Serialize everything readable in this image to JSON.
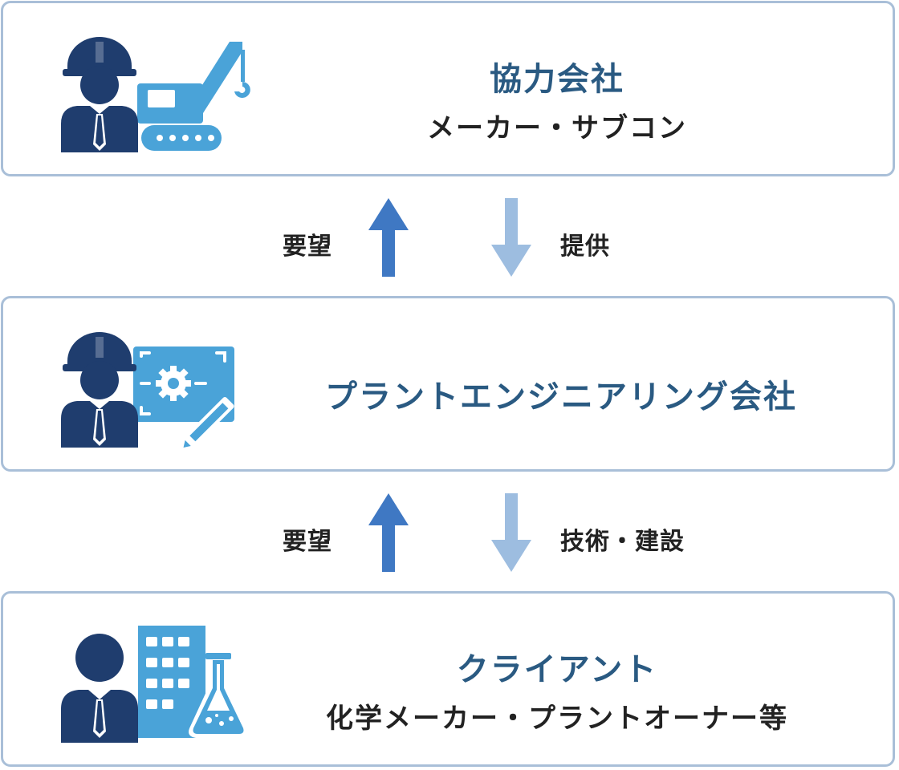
{
  "colors": {
    "title": "#2a5a82",
    "text": "#222222",
    "border": "#a9bfd8",
    "navy": "#1f3d6e",
    "light_blue": "#4aa3d8",
    "arrow_up": "#3f78c3",
    "arrow_down": "#9dbde0"
  },
  "boxes": {
    "partner": {
      "title": "協力会社",
      "subtitle": "メーカー・サブコン",
      "icon": "worker-with-crane-icon"
    },
    "plant": {
      "title": "プラントエンジニアリング会社",
      "icon": "worker-with-blueprint-icon"
    },
    "client": {
      "title": "クライアント",
      "subtitle": "化学メーカー・プラントオーナー等",
      "icon": "businessman-with-building-icon"
    }
  },
  "arrows": {
    "upper": {
      "request_label": "要望",
      "supply_label": "提供"
    },
    "lower": {
      "request_label": "要望",
      "supply_label": "技術・建設"
    }
  }
}
